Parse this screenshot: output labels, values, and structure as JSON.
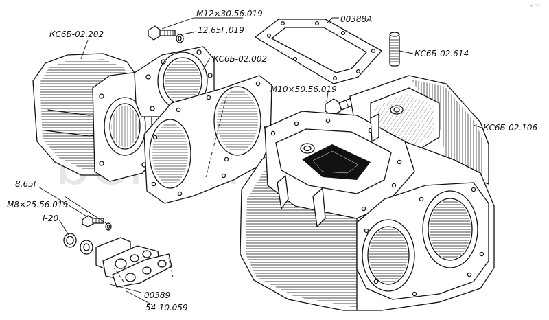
{
  "watermark": "belarus-trl.ru",
  "corner_mark": "м¹ ᵉᵖᵖ",
  "labels": {
    "kspb_202": "КС6Б-02.202",
    "m12": "М12×30.56.019",
    "w12": "12.65Г.019",
    "gasket_388a": "00388А",
    "kspb_614": "КС6Б-02.614",
    "kspb_002": "КС6Б-02.002",
    "m10": "М10×50.56.019",
    "kspb_106": "КС6Б-02.106",
    "w8": "8.65Г",
    "m8": "М8×25.56.019",
    "ring": "I-20",
    "gasket_389": "00389",
    "flange": "54-10.059"
  },
  "parts": [
    {
      "id": "gear-housing",
      "code": "КС6Б-02.202"
    },
    {
      "id": "bolt-m12",
      "code": "М12×30.56.019"
    },
    {
      "id": "washer-12",
      "code": "12.65Г.019"
    },
    {
      "id": "top-gasket",
      "code": "00388А"
    },
    {
      "id": "stud",
      "code": "КС6Б-02.614"
    },
    {
      "id": "housing-gasket",
      "code": "КС6Б-02.002"
    },
    {
      "id": "bolt-m10",
      "code": "М10×50.56.019"
    },
    {
      "id": "main-housing",
      "code": "КС6Б-02.106"
    },
    {
      "id": "washer-8",
      "code": "8.65Г"
    },
    {
      "id": "bolt-m8",
      "code": "М8×25.56.019"
    },
    {
      "id": "ring",
      "code": "I-20"
    },
    {
      "id": "flange-gasket",
      "code": "00389"
    },
    {
      "id": "flange",
      "code": "54-10.059"
    }
  ]
}
